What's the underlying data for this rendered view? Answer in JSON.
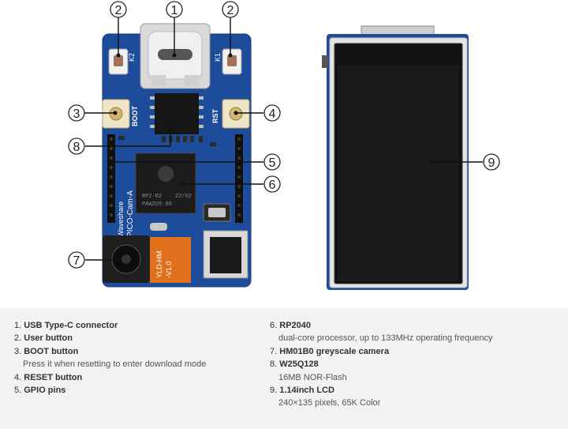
{
  "callouts": [
    "1",
    "2",
    "3",
    "4",
    "5",
    "6",
    "7",
    "8",
    "9"
  ],
  "legend": {
    "left": [
      {
        "num": "1.",
        "name": "USB Type-C connector",
        "desc": ""
      },
      {
        "num": "2.",
        "name": "User button",
        "desc": ""
      },
      {
        "num": "3.",
        "name": "BOOT button",
        "desc": "Press it when resetting to enter download mode"
      },
      {
        "num": "4.",
        "name": "RESET button",
        "desc": ""
      },
      {
        "num": "5.",
        "name": "GPIO pins",
        "desc": ""
      }
    ],
    "right": [
      {
        "num": "6.",
        "name": "RP2040",
        "desc": "dual-core processor, up to 133MHz operating frequency"
      },
      {
        "num": "7.",
        "name": "HM01B0 greyscale camera",
        "desc": ""
      },
      {
        "num": "8.",
        "name": "W25Q128",
        "desc": "16MB NOR-Flash"
      },
      {
        "num": "9.",
        "name": "1.14inch LCD",
        "desc": "240×135 pixels, 65K Color"
      }
    ]
  },
  "board_silkscreen": {
    "k2": "K2",
    "k1": "K1",
    "boot": "BOOT",
    "rst": "RST",
    "brand": "PICO-Cam-A",
    "maker": "Waveshare",
    "chip_line1": "RP2-B2",
    "chip_line2": "22/02",
    "chip_line3": "PAW209.00",
    "cam_line1": "YLD-HM",
    "cam_line2": "-V1.0"
  },
  "colors": {
    "pcb": "#1d4c9a",
    "legend_bg": "#f2f2f2",
    "lcd": "#1a1a1a"
  }
}
